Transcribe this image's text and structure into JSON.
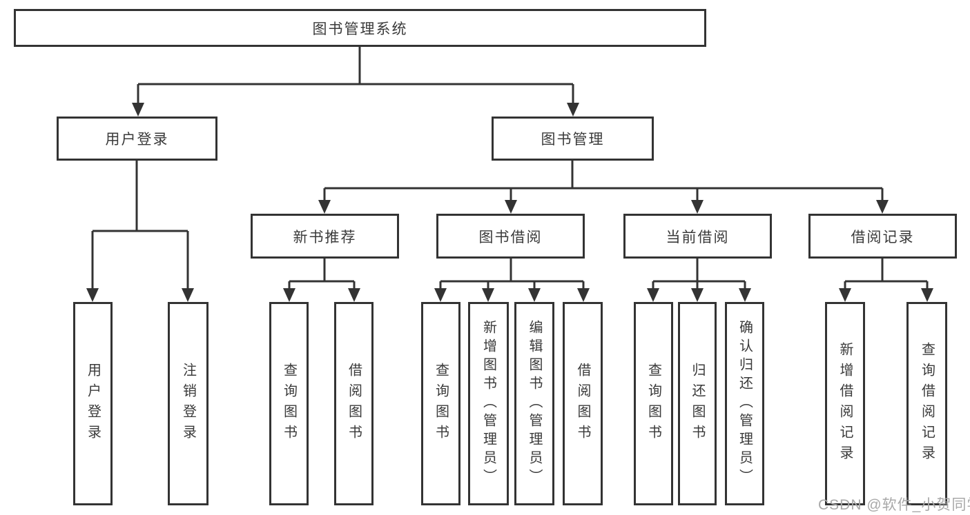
{
  "diagram": {
    "title": "图书管理系统",
    "modules": {
      "user_login": {
        "label": "用户登录",
        "children": [
          "用户登录",
          "注销登录"
        ]
      },
      "book_management": {
        "label": "图书管理",
        "sections": {
          "new_book_recommend": {
            "label": "新书推荐",
            "children": [
              "查询图书",
              "借阅图书"
            ]
          },
          "book_borrow": {
            "label": "图书借阅",
            "children": [
              "查询图书",
              "新增图书（管理员）",
              "编辑图书（管理员）",
              "借阅图书"
            ]
          },
          "current_borrow": {
            "label": "当前借阅",
            "children": [
              "查询图书",
              "归还图书",
              "确认归还（管理员）"
            ]
          },
          "borrow_records": {
            "label": "借阅记录",
            "children": [
              "新增借阅记录",
              "查询借阅记录"
            ]
          }
        }
      }
    }
  },
  "watermark": {
    "text": "CSDN @软件_小贺同学"
  },
  "colors": {
    "line": "#333333",
    "text": "#3a3a3a",
    "watermark": "#a8a8a8",
    "background": "#ffffff"
  }
}
